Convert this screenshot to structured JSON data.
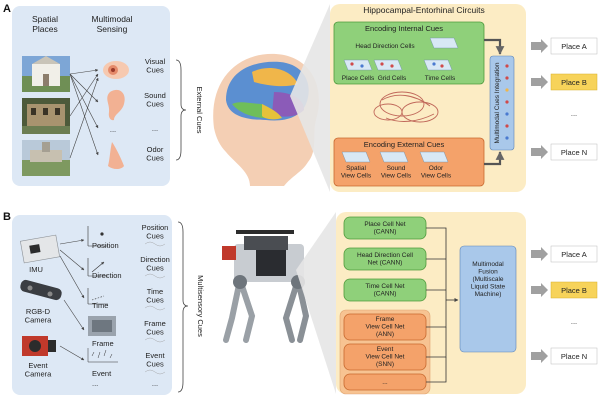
{
  "panel_a": {
    "letter": "A",
    "col1_header": "Spatial\nPlaces",
    "col2_header": "Multimodal\nSensing",
    "cues": [
      "Visual\nCues",
      "Sound\nCues",
      "...",
      "Odor\nCues"
    ],
    "external_cues_label": "External Cues",
    "hec_title": "Hippocampal-Entorhinal Circuits",
    "internal": {
      "title": "Encoding Internal Cues",
      "cells": [
        "Head Direction Cells",
        "Place Cells",
        "Grid Cells",
        "Time Cells"
      ]
    },
    "external": {
      "title": "Encoding External Cues",
      "cells": [
        "Spatial\nView Cells",
        "Sound\nView Cells",
        "Odor\nView Cells"
      ]
    },
    "integration_label": "Multimodal Cues Integration",
    "places": [
      "Place A",
      "Place B",
      "...",
      "Place N"
    ]
  },
  "panel_b": {
    "letter": "B",
    "sensors": [
      "IMU",
      "RGB-D\nCamera",
      "Event\nCamera"
    ],
    "signals": [
      "Position",
      "Direction",
      "Time",
      "Frame",
      "Event",
      "..."
    ],
    "cues": [
      "Position\nCues",
      "Direction\nCues",
      "Time\nCues",
      "Frame\nCues",
      "Event\nCues",
      "..."
    ],
    "multisensory_label": "Multisensory Cues",
    "nets": [
      "Place Cell Net\n(CANN)",
      "Head Direction Cell\nNet (CANN)",
      "Time Cell Net\n(CANN)",
      "Frame\nView Cell Net\n(ANN)",
      "Event\nView Cell Net\n(SNN)",
      "..."
    ],
    "fusion": "Multimodal\nFusion\n\n(Multiscale\nLiquid State\nMachine)",
    "places": [
      "Place A",
      "Place B",
      "...",
      "Place N"
    ]
  },
  "colors": {
    "panel_bg": "#dde8f5",
    "hec_bg": "#fcecc4",
    "green": "#8fd07a",
    "green_stroke": "#4f9a3c",
    "orange": "#f4a26a",
    "orange_stroke": "#c8692e",
    "blue_bar": "#a9c8ea",
    "gray_arrow": "#a0a0a0",
    "highlight": "#f7d35a",
    "place_bg": "#ffffff"
  }
}
